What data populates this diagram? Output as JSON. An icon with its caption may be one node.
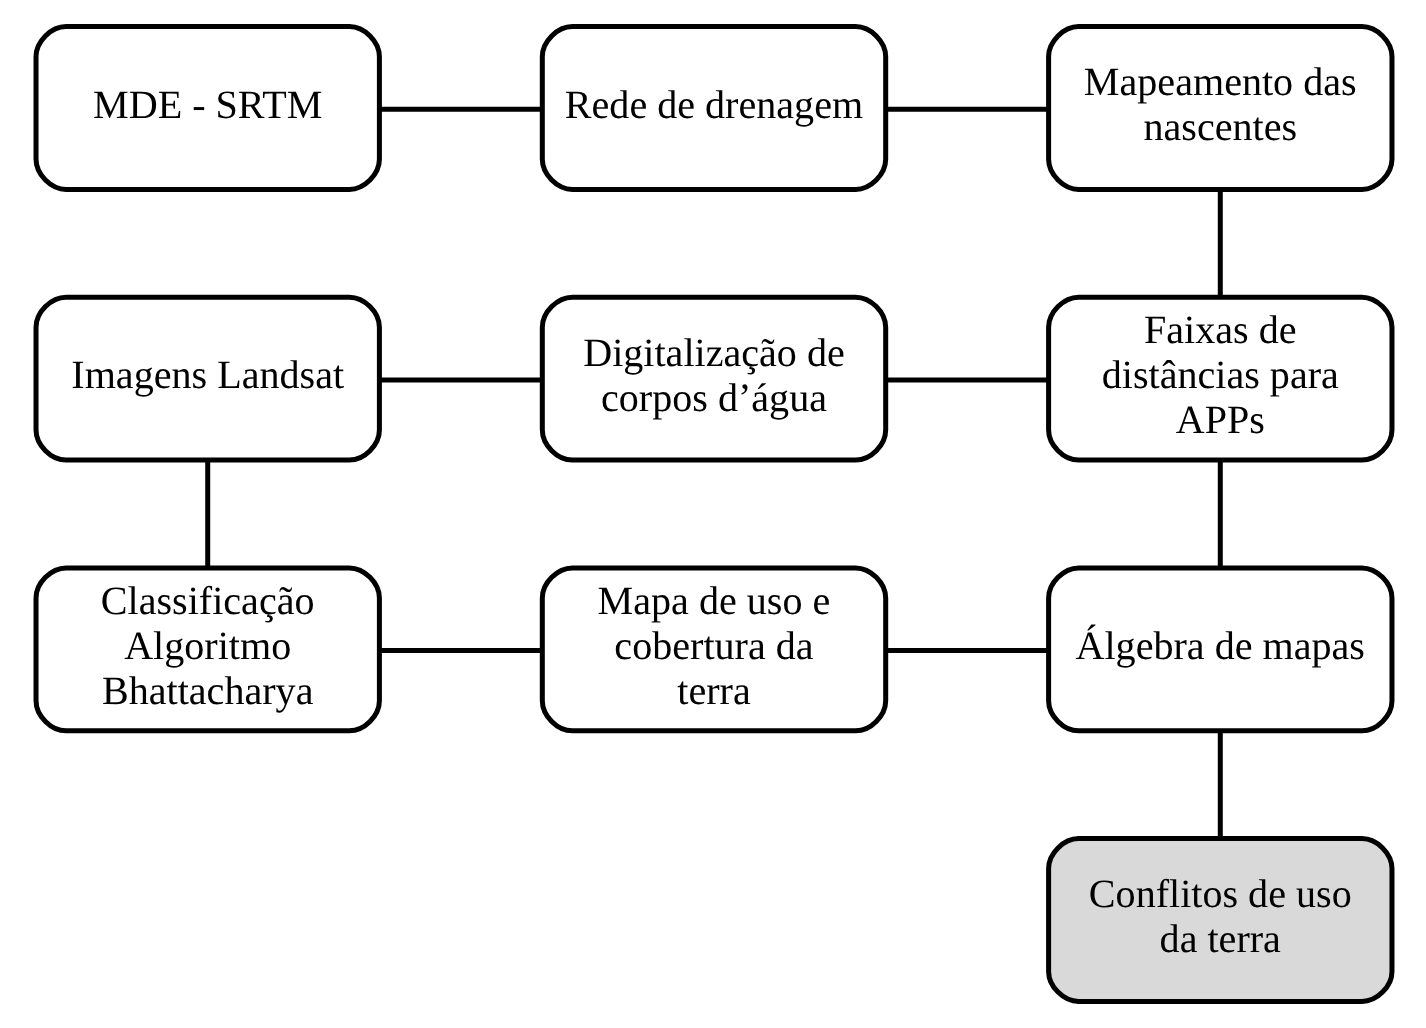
{
  "diagram": {
    "nodes": [
      {
        "text": [
          "MDE - SRTM"
        ]
      },
      {
        "text": [
          "Rede de drenagem"
        ]
      },
      {
        "text": [
          "Mapeamento das nascentes"
        ]
      },
      {
        "text": [
          "Imagens Landsat"
        ]
      },
      {
        "text": [
          "Digitalização de corpos d’água"
        ]
      },
      {
        "text": [
          "Faixas de distâncias para APPs"
        ]
      },
      {
        "text": [
          "Classificação",
          "Algoritmo Bhattacharya"
        ]
      },
      {
        "text": [
          "Mapa de uso e cobertura da terra"
        ]
      },
      {
        "text": [
          "Álgebra de mapas"
        ]
      },
      {
        "text": [
          "Conflitos de uso da terra"
        ]
      }
    ],
    "edges": [
      {
        "from": 0,
        "to": 1,
        "arrow": "none"
      },
      {
        "from": 1,
        "to": 2,
        "arrow": "none"
      },
      {
        "from": 2,
        "to": 5,
        "arrow": "none"
      },
      {
        "from": 3,
        "to": 4,
        "arrow": "none"
      },
      {
        "from": 4,
        "to": 5,
        "arrow": "none"
      },
      {
        "from": 3,
        "to": 6,
        "arrow": "none"
      },
      {
        "from": 6,
        "to": 7,
        "arrow": "none"
      },
      {
        "from": 7,
        "to": 8,
        "arrow": "none"
      },
      {
        "from": 5,
        "to": 8,
        "arrow": "none"
      },
      {
        "from": 8,
        "to": 9,
        "arrow": "none"
      }
    ]
  }
}
